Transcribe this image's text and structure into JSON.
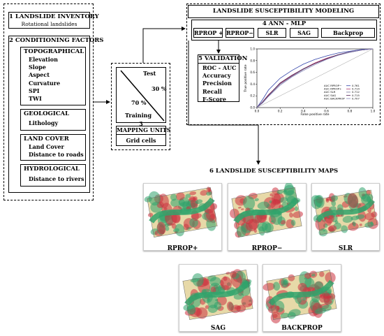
{
  "inventory": {
    "title": "1 LANDSLIDE INVENTORY",
    "subtitle": "Rotational landslides"
  },
  "conditioning": {
    "title": "2 CONDITIONING FACTORS",
    "topographical": {
      "title": "TOPOGRAPHICAL",
      "items": [
        "Elevation",
        "Slope",
        "Aspect",
        "Curvature",
        "SPI",
        "TWI"
      ]
    },
    "geological": {
      "title": "GEOLOGICAL",
      "items": [
        "Lithology"
      ]
    },
    "land_cover": {
      "title": "LAND COVER",
      "items": [
        "Land Cover",
        "Distance to roads"
      ]
    },
    "hydrological": {
      "title": "HYDROLOGICAL",
      "items": [
        "Distance to rivers"
      ]
    }
  },
  "split": {
    "test_label": "Test",
    "test_pct": "30 %",
    "train_pct": "70 %",
    "train_label": "Training",
    "step": "3"
  },
  "mapping_units": {
    "title": "MAPPING UNITS",
    "item": "Grid cells"
  },
  "modeling": {
    "title": "LANDSLIDE SUSCEPTIBILITY MODELING",
    "ann_title": "4  ANN - MLP",
    "methods": [
      "RPROP +",
      "RPROP−",
      "SLR",
      "SAG",
      "Backprop"
    ]
  },
  "validation": {
    "title": "5 VALIDATION",
    "items": [
      "ROC - AUC",
      "Accuracy",
      "Precision",
      "Recall",
      "F-Score"
    ]
  },
  "roc": {
    "ylabel": "True positive rate",
    "xlabel": "False positive rate",
    "xticks": [
      "0.0",
      "0.2",
      "0.4",
      "0.6",
      "0.8",
      "1.0"
    ],
    "yticks": [
      "0.0",
      "0.2",
      "0.4",
      "0.6",
      "0.8",
      "1.0"
    ],
    "legend": [
      {
        "label": "AUC RPROP−",
        "value": "0.761"
      },
      {
        "label": "AUC RPROP+",
        "value": "0.714"
      },
      {
        "label": "AUC SLR",
        "value": "0.712"
      },
      {
        "label": "AUC SAG",
        "value": "0.715"
      },
      {
        "label": "AUC BACKPROP",
        "value": "0.707"
      }
    ]
  },
  "chart_data": {
    "type": "line",
    "title": "",
    "xlabel": "False positive rate",
    "ylabel": "True positive rate",
    "xlim": [
      0,
      1
    ],
    "ylim": [
      0,
      1
    ],
    "series": [
      {
        "name": "AUC RPROP−",
        "color": "#3344aa",
        "x": [
          0,
          0.05,
          0.1,
          0.2,
          0.3,
          0.4,
          0.5,
          0.6,
          0.7,
          0.8,
          0.9,
          1.0
        ],
        "y": [
          0,
          0.14,
          0.3,
          0.5,
          0.63,
          0.74,
          0.82,
          0.88,
          0.93,
          0.96,
          0.99,
          1.0
        ]
      },
      {
        "name": "AUC RPROP+",
        "color": "#aa3366",
        "x": [
          0,
          0.05,
          0.1,
          0.2,
          0.3,
          0.4,
          0.5,
          0.6,
          0.7,
          0.8,
          0.9,
          1.0
        ],
        "y": [
          0,
          0.1,
          0.22,
          0.41,
          0.54,
          0.66,
          0.76,
          0.84,
          0.9,
          0.95,
          0.98,
          1.0
        ]
      },
      {
        "name": "AUC SLR",
        "color": "#777799",
        "x": [
          0,
          0.05,
          0.1,
          0.2,
          0.3,
          0.4,
          0.5,
          0.6,
          0.7,
          0.8,
          0.9,
          1.0
        ],
        "y": [
          0,
          0.09,
          0.2,
          0.4,
          0.53,
          0.65,
          0.75,
          0.83,
          0.9,
          0.95,
          0.98,
          1.0
        ]
      },
      {
        "name": "AUC SAG",
        "color": "#552255",
        "x": [
          0,
          0.05,
          0.1,
          0.2,
          0.3,
          0.4,
          0.5,
          0.6,
          0.7,
          0.8,
          0.9,
          1.0
        ],
        "y": [
          0,
          0.1,
          0.21,
          0.42,
          0.55,
          0.66,
          0.75,
          0.83,
          0.9,
          0.94,
          0.98,
          1.0
        ]
      },
      {
        "name": "AUC BACKPROP",
        "color": "#8888bb",
        "x": [
          0,
          0.05,
          0.1,
          0.2,
          0.3,
          0.4,
          0.5,
          0.6,
          0.7,
          0.8,
          0.9,
          1.0
        ],
        "y": [
          0,
          0.08,
          0.19,
          0.38,
          0.52,
          0.63,
          0.73,
          0.82,
          0.89,
          0.94,
          0.98,
          1.0
        ]
      }
    ]
  },
  "maps": {
    "title": "6 LANDSLIDE SUSCEPTIBILITY MAPS",
    "labels": [
      "RPROP+",
      "RPROP−",
      "SLR",
      "SAG",
      "BACKPROP"
    ],
    "colors": {
      "low": "#2fa36b",
      "mid": "#e7d9a8",
      "high": "#cc3340"
    }
  }
}
